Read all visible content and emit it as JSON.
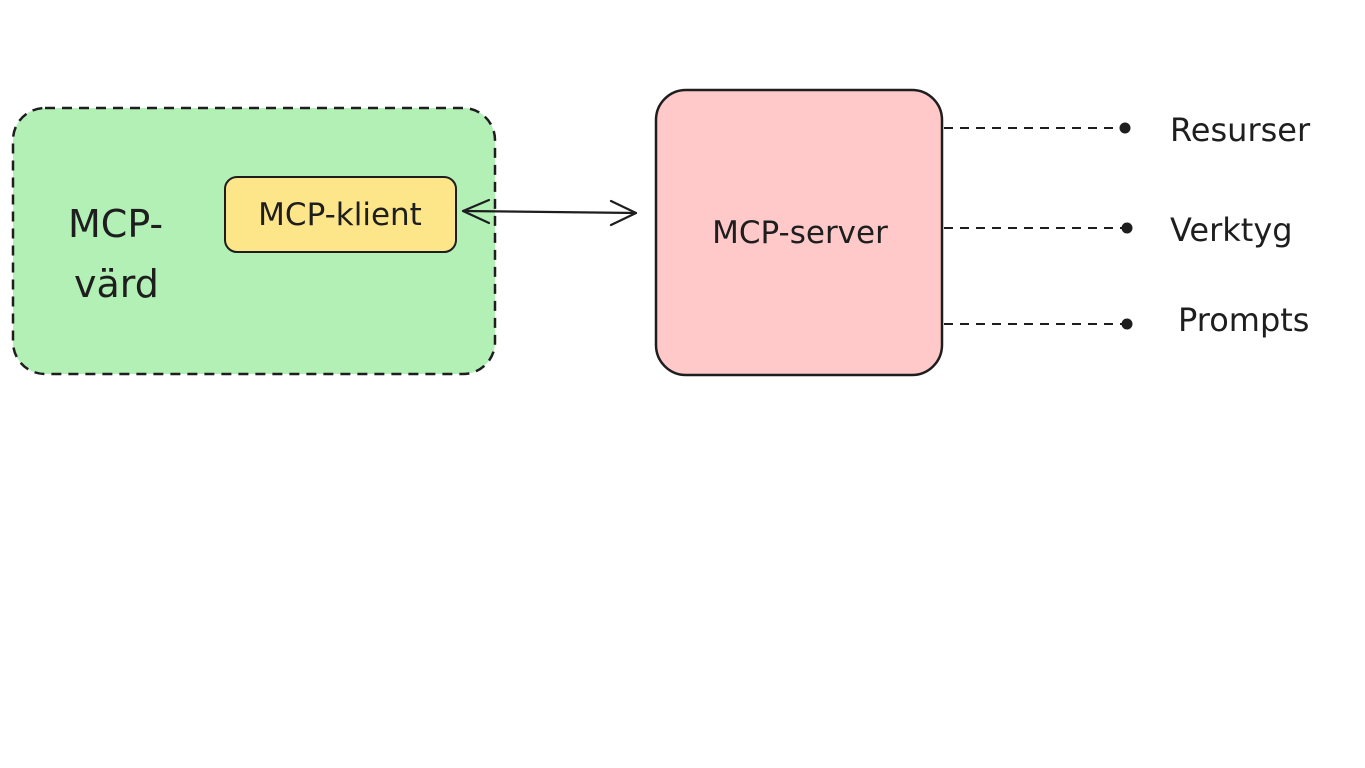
{
  "colors": {
    "host_fill": "#b2f0b6",
    "client_fill": "#fde68a",
    "server_fill": "#ffc9c9",
    "stroke": "#1e1e1e",
    "background": "#ffffff"
  },
  "host": {
    "label_line1": "MCP-",
    "label_line2": "värd"
  },
  "client": {
    "label": "MCP-klient"
  },
  "server": {
    "label": "MCP-server"
  },
  "capabilities": [
    {
      "label": "Resurser"
    },
    {
      "label": "Verktyg"
    },
    {
      "label": "Prompts"
    }
  ]
}
